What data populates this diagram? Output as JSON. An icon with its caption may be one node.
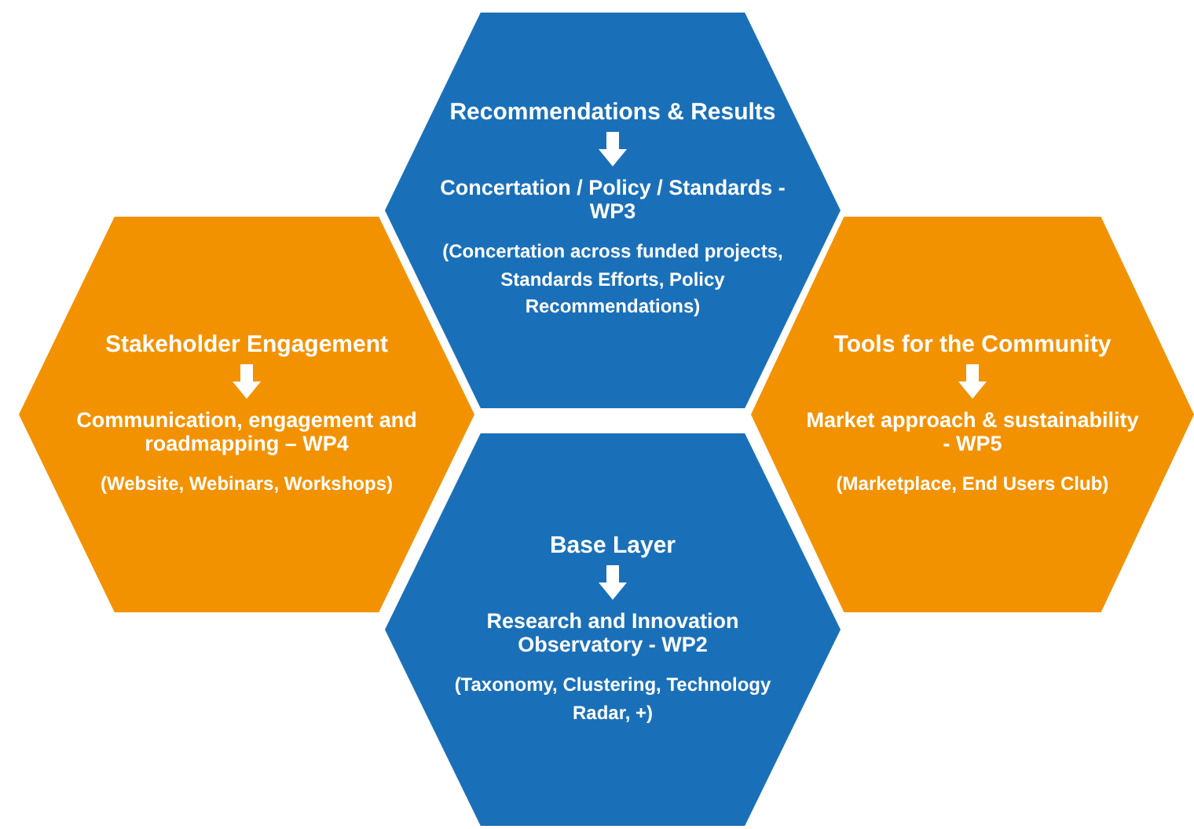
{
  "diagram": {
    "nodes": [
      {
        "text": [
          "Recommendations & Results",
          "Concertation / Policy / Standards - WP3",
          "(Concertation across funded projects, Standards Efforts, Policy Recommendations)"
        ]
      },
      {
        "text": [
          "Stakeholder Engagement",
          "Communication, engagement and roadmapping – WP4",
          "(Website, Webinars, Workshops)"
        ]
      },
      {
        "text": [
          "Tools for the Community",
          "Market approach & sustainability - WP5",
          "(Marketplace, End Users Club)"
        ]
      },
      {
        "text": [
          "Base Layer",
          "Research and Innovation Observatory - WP2",
          "(Taxonomy, Clustering, Technology Radar, +)"
        ]
      }
    ]
  }
}
